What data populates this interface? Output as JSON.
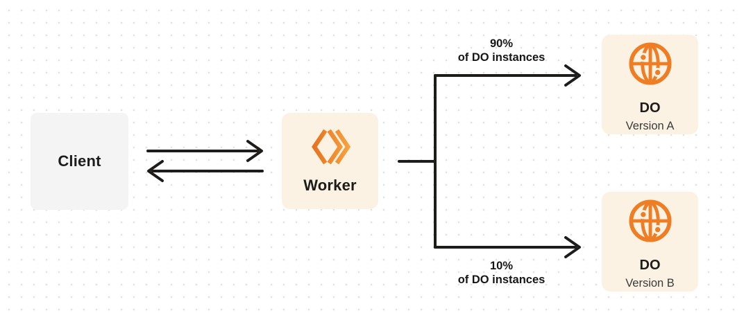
{
  "diagram": {
    "nodes": {
      "client": {
        "label": "Client"
      },
      "worker": {
        "label": "Worker",
        "icon": "workers-logo-icon"
      },
      "do_version_a": {
        "title": "DO",
        "subtitle": "Version A",
        "icon": "globe-icon"
      },
      "do_version_b": {
        "title": "DO",
        "subtitle": "Version B",
        "icon": "globe-icon"
      }
    },
    "edges": {
      "client_worker": {
        "direction": "bidirectional"
      },
      "top_branch": {
        "percent": "90%",
        "caption": "of DO instances",
        "target": "DO Version A"
      },
      "bottom_branch": {
        "percent": "10%",
        "caption": "of DO instances",
        "target": "DO Version B"
      }
    },
    "colors": {
      "accent_orange": "#ee7d24",
      "worker_logo_gradient": [
        "#e56f1c",
        "#f9a240"
      ],
      "box_cream": "#fcf2e3",
      "box_gray": "#f4f4f5",
      "connector_dark": "#1d1c1a",
      "text_dark": "#161616",
      "grid_dot": "#e1e1e4"
    }
  }
}
